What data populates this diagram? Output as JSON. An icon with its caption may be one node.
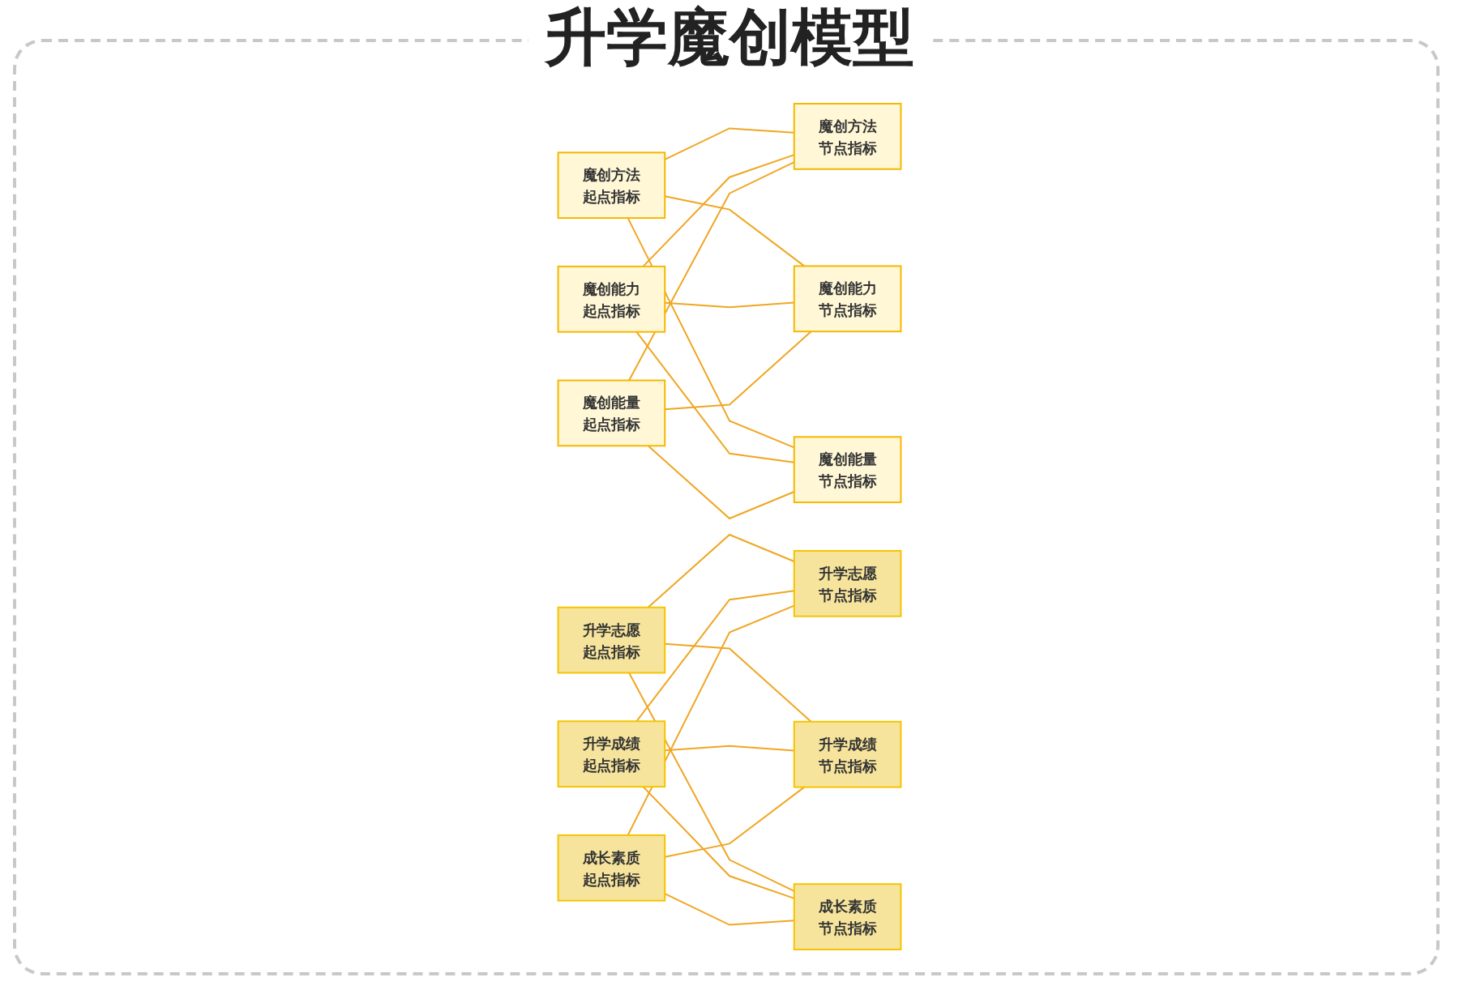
{
  "diagram": {
    "title": "升学魔创模型",
    "nodes": [
      {
        "text": [
          "魔创方法",
          "起点指标"
        ]
      },
      {
        "text": [
          "魔创能力",
          "起点指标"
        ]
      },
      {
        "text": [
          "魔创能量",
          "起点指标"
        ]
      },
      {
        "text": [
          "升学志愿",
          "起点指标"
        ]
      },
      {
        "text": [
          "升学志愿",
          "节点指标"
        ]
      },
      {
        "text": [
          "升学成绩",
          "起点指标"
        ]
      },
      {
        "text": [
          "升学成绩",
          "节点指标"
        ]
      },
      {
        "text": [
          "成长素质",
          "起点指标"
        ]
      },
      {
        "text": [
          "成长素质",
          "节点指标"
        ]
      },
      {
        "text": [
          "魔创方法",
          "节点指标"
        ]
      },
      {
        "text": [
          "魔创能力",
          "节点指标"
        ]
      },
      {
        "text": [
          "魔创能量",
          "节点指标"
        ]
      }
    ],
    "edges": [
      {
        "from": 3,
        "to": 4,
        "arrow": "none"
      },
      {
        "from": 3,
        "to": 6,
        "arrow": "none"
      },
      {
        "from": 3,
        "to": 8,
        "arrow": "none"
      },
      {
        "from": 5,
        "to": 4,
        "arrow": "none"
      },
      {
        "from": 5,
        "to": 6,
        "arrow": "none"
      },
      {
        "from": 5,
        "to": 8,
        "arrow": "none"
      },
      {
        "from": 7,
        "to": 4,
        "arrow": "none"
      },
      {
        "from": 7,
        "to": 6,
        "arrow": "none"
      },
      {
        "from": 7,
        "to": 8,
        "arrow": "none"
      },
      {
        "from": 0,
        "to": 9,
        "arrow": "none"
      },
      {
        "from": 0,
        "to": 10,
        "arrow": "none"
      },
      {
        "from": 0,
        "to": 11,
        "arrow": "none"
      },
      {
        "from": 1,
        "to": 9,
        "arrow": "none"
      },
      {
        "from": 1,
        "to": 10,
        "arrow": "none"
      },
      {
        "from": 1,
        "to": 11,
        "arrow": "none"
      },
      {
        "from": 2,
        "to": 9,
        "arrow": "none"
      },
      {
        "from": 2,
        "to": 10,
        "arrow": "none"
      },
      {
        "from": 2,
        "to": 11,
        "arrow": "none"
      }
    ]
  }
}
